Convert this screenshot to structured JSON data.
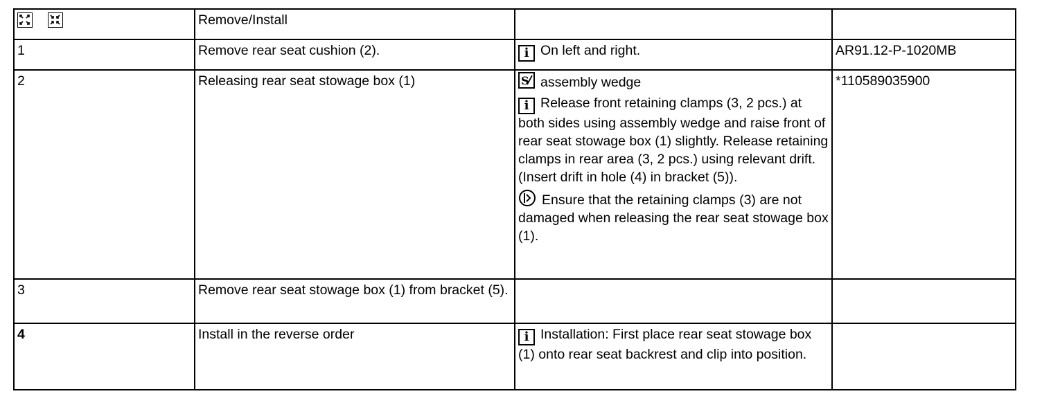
{
  "header": {
    "icons": [
      "expand-icon",
      "collapse-icon"
    ],
    "title": "Remove/Install"
  },
  "steps": [
    {
      "number": "1",
      "action": "Remove rear seat cushion (2).",
      "notes": [
        {
          "icon": "info-icon",
          "text": "On left and  right."
        }
      ],
      "reference": "AR91.12-P-1020MB"
    },
    {
      "number": "2",
      "action": "Releasing rear seat stowage box (1)",
      "notes": [
        {
          "icon": "special-tool-icon",
          "text": "assembly wedge"
        },
        {
          "icon": "info-icon",
          "text": "Release front retaining clamps (3, 2 pcs.) at both sides using assembly wedge and raise front of rear seat stowage box (1) slightly. Release retaining clamps in rear area (3, 2 pcs.) using relevant drift. (Insert drift in hole (4) in bracket (5))."
        },
        {
          "icon": "caution-icon",
          "text": "Ensure that the retaining clamps (3)  are not damaged when releasing the rear seat stowage box (1)."
        }
      ],
      "reference": "*110589035900"
    },
    {
      "number": "3",
      "action": "Remove rear seat stowage box (1) from bracket (5).",
      "notes": [],
      "reference": ""
    },
    {
      "number": "4",
      "action": "Install in the reverse order",
      "notes": [
        {
          "icon": "info-icon",
          "text": "Installation:  First  place rear seat stowage box (1) onto rear seat backrest and clip into position."
        }
      ],
      "reference": ""
    }
  ]
}
